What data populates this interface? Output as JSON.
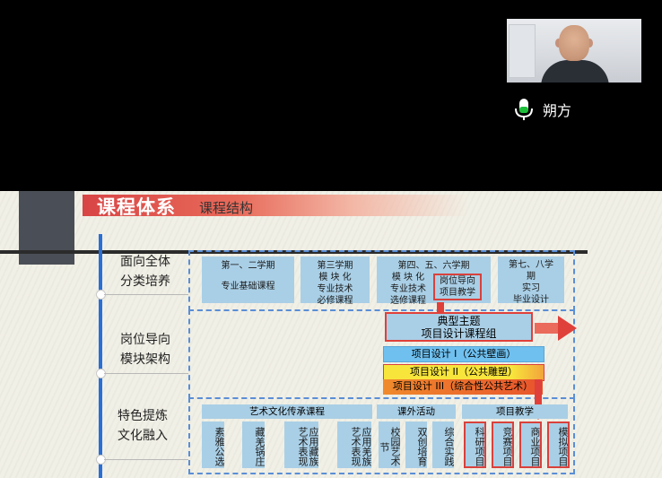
{
  "participant": {
    "name": "朔方"
  },
  "slide": {
    "title": "课程体系",
    "subtitle": "课程结构",
    "rows": [
      {
        "line1": "面向全体",
        "line2": "分类培养"
      },
      {
        "line1": "岗位导向",
        "line2": "模块架构"
      },
      {
        "line1": "特色提炼",
        "line2": "文化融入"
      }
    ],
    "semesters": [
      {
        "head": "第一、二学期",
        "body": "专业基础课程"
      },
      {
        "head": "第三学期",
        "body1": "模 块 化",
        "body2": "专业技术",
        "body3": "必修课程"
      },
      {
        "head": "第四、五、六学期",
        "body1": "模 块 化",
        "body2": "专业技术",
        "body3": "选修课程",
        "inner1": "岗位导向",
        "inner2": "项目教学"
      },
      {
        "head": "第七、八学",
        "head2": "期",
        "body1": "实习",
        "body2": "毕业设计"
      }
    ],
    "theme": {
      "line1": "典型主题",
      "line2": "项目设计课程组"
    },
    "projects": [
      {
        "label": "项目设计 I（公共壁画）",
        "color": "#6fc0ef"
      },
      {
        "label": "项目设计 II（公共雕塑）",
        "color": "#f7e53b"
      },
      {
        "label": "项目设计 III（综合性公共艺术）",
        "color": "#e8542c"
      }
    ],
    "groups": [
      {
        "head": "艺术文化传承课程",
        "items": [
          "素雅公选",
          "藏羌锅庄",
          "应用藏族艺术表现",
          "应用羌族艺术表现"
        ]
      },
      {
        "head": "课外活动",
        "items": [
          "校园艺术节",
          "双创培育",
          "综合实践"
        ]
      },
      {
        "head": "项目教学",
        "items": [
          "科研项目",
          "竞赛项目",
          "商业项目",
          "模拟项目"
        ]
      }
    ]
  },
  "colors": {
    "accent": "#d84545",
    "axis": "#2a6fd6",
    "card": "#a9cfe6"
  }
}
